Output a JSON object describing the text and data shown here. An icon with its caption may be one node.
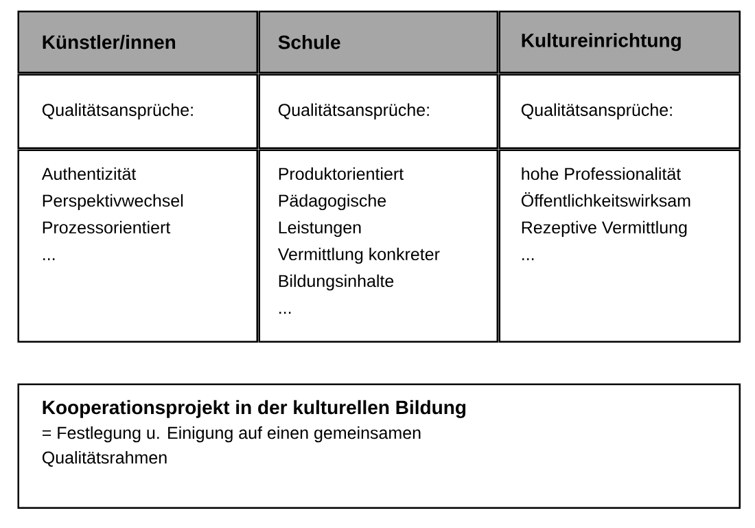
{
  "diagram": {
    "nodes": [
      {
        "text": [
          "Künstler/innen"
        ]
      },
      {
        "text": [
          "Schule"
        ]
      },
      {
        "text": [
          "Kultureinrichtung"
        ]
      },
      {
        "text": [
          "Qualitätsansprüche:"
        ]
      },
      {
        "text": [
          "Qualitätsansprüche:"
        ]
      },
      {
        "text": [
          "Qualitätsansprüche:"
        ]
      },
      {
        "text": [
          "Authentizität",
          "Perspektivwechsel",
          "Prozessorientiert",
          "..."
        ]
      },
      {
        "text": [
          "Produktorientiert",
          "Pädagogische Leistungen",
          "Vermittlung konkreter Bildungsinhalte",
          "..."
        ]
      },
      {
        "text": [
          "hohe Professionalität",
          "Öffentlichkeitswirksam",
          "Rezeptive Vermittlung",
          "..."
        ]
      },
      {
        "text": [
          "Kooperationsprojekt in der kulturellen Bildung",
          "= Festlegung u. Einigung auf einen gemeinsamen Qualitätsrahmen"
        ]
      }
    ]
  }
}
